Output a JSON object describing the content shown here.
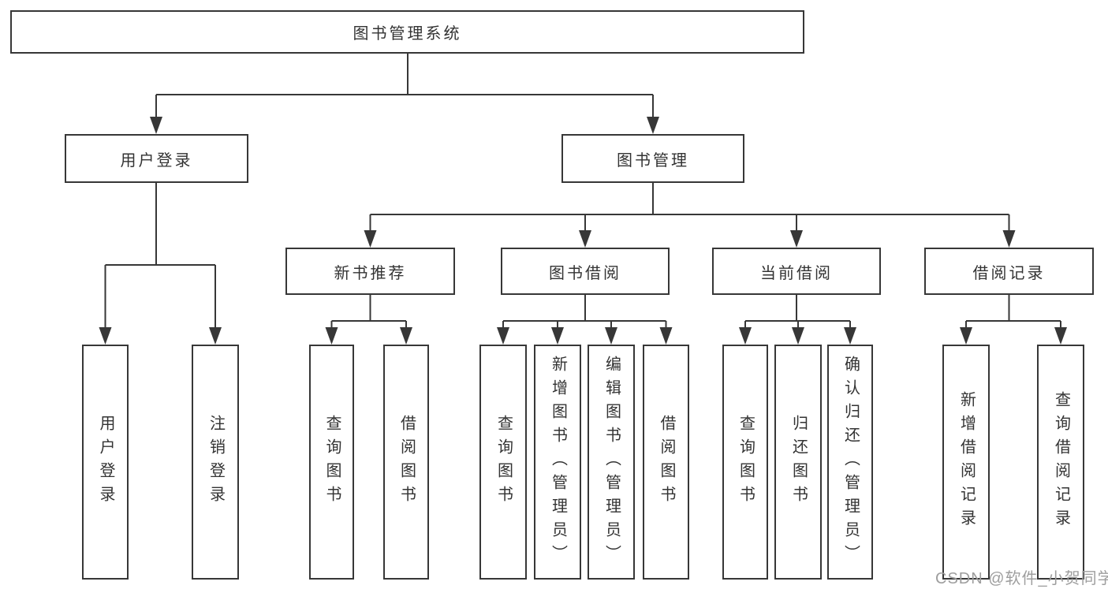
{
  "diagram": {
    "type": "hierarchy",
    "nodes": {
      "root": "图书管理系统",
      "user_login": "用户登录",
      "book_mgmt": "图书管理",
      "new_book_rec": "新书推荐",
      "book_borrow": "图书借阅",
      "current_borrow": "当前借阅",
      "borrow_records": "借阅记录",
      "ul_login": "用户登录",
      "ul_logout": "注销登录",
      "nbr_query_book": "查询图书",
      "nbr_borrow_book": "借阅图书",
      "bb_query_book": "查询图书",
      "bb_add_book": "新增图书（管理员）",
      "bb_edit_book": "编辑图书（管理员）",
      "bb_borrow_book": "借阅图书",
      "cb_query_book": "查询图书",
      "cb_return_book": "归还图书",
      "cb_confirm_return": "确认归还（管理员）",
      "br_add_record": "新增借阅记录",
      "br_query_record": "查询借阅记录"
    },
    "colors": {
      "line": "#373737",
      "text": "#333333",
      "background": "#ffffff",
      "watermark": "#9e9e9e"
    }
  },
  "watermark": "CSDN @软件_小贺同学"
}
